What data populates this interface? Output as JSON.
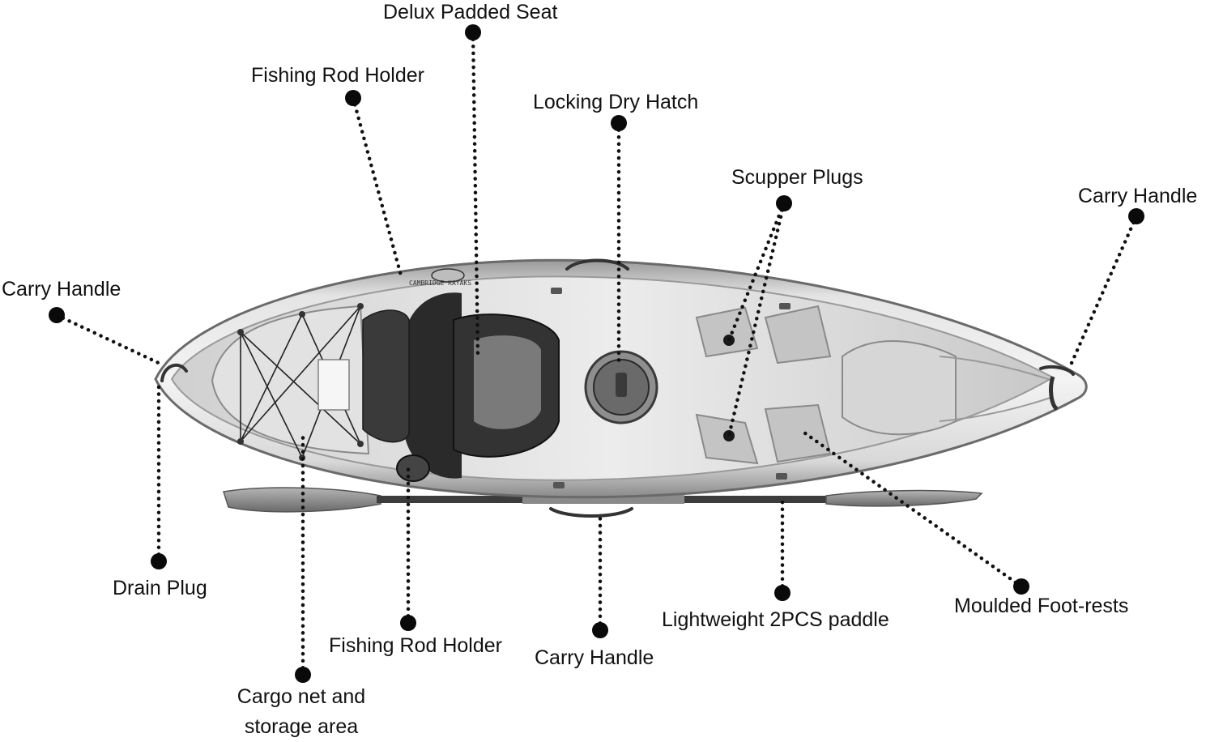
{
  "diagram": {
    "brand_text": "CAMBRIDGE KAYAKS",
    "callouts": [
      {
        "id": "delux-padded-seat",
        "label": "Delux Padded Seat"
      },
      {
        "id": "fishing-rod-holder-top",
        "label": "Fishing Rod Holder"
      },
      {
        "id": "locking-dry-hatch",
        "label": "Locking Dry Hatch"
      },
      {
        "id": "scupper-plugs",
        "label": "Scupper Plugs"
      },
      {
        "id": "carry-handle-right",
        "label": "Carry Handle"
      },
      {
        "id": "carry-handle-left",
        "label": "Carry Handle"
      },
      {
        "id": "drain-plug",
        "label": "Drain Plug"
      },
      {
        "id": "cargo-net",
        "label": "Cargo net and storage area"
      },
      {
        "id": "fishing-rod-holder-bottom",
        "label": "Fishing Rod Holder"
      },
      {
        "id": "carry-handle-bottom",
        "label": "Carry Handle"
      },
      {
        "id": "lightweight-paddle",
        "label": "Lightweight 2PCS paddle"
      },
      {
        "id": "moulded-foot-rests",
        "label": "Moulded Foot-rests"
      }
    ]
  }
}
